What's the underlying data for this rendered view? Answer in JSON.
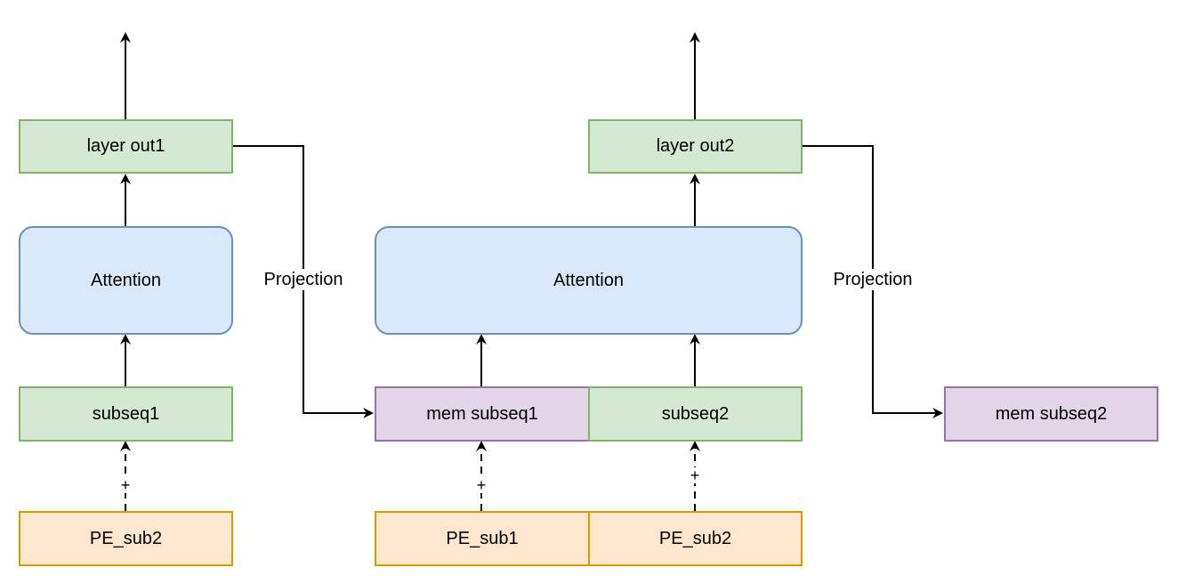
{
  "left": {
    "out_label": "layer out1",
    "attention_label": "Attention",
    "subseq_label": "subseq1",
    "pe_label": "PE_sub2",
    "plus": "+"
  },
  "right": {
    "out_label": "layer out2",
    "attention_label": "Attention",
    "mem_label": "mem subseq1",
    "subseq_label": "subseq2",
    "pe1_label": "PE_sub1",
    "pe2_label": "PE_sub2",
    "plus_left": "+",
    "plus_right": "+"
  },
  "projection_left": "Projection",
  "projection_right": "Projection",
  "mem_out_label": "mem subseq2",
  "colors": {
    "green_fill": "#d5e8d4",
    "green_stroke": "#82b366",
    "blue_fill": "#dae8fc",
    "blue_stroke": "#6c8ebf",
    "purple_fill": "#e1d5e7",
    "purple_stroke": "#9673a6",
    "orange_fill": "#ffe6cc",
    "orange_stroke": "#d79b00"
  }
}
